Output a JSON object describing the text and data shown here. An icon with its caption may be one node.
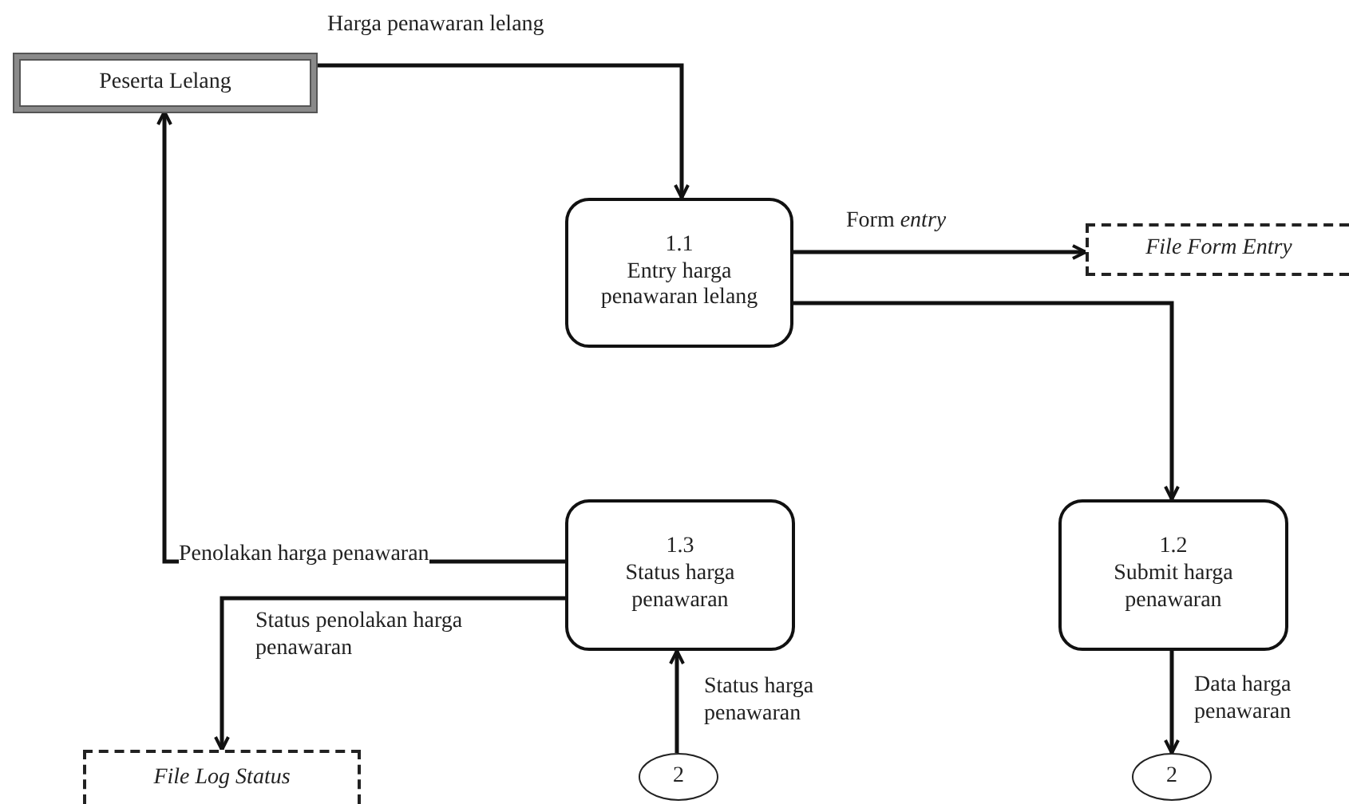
{
  "diagram": {
    "nodes": [
      {
        "text": [
          "Peserta Lelang"
        ]
      },
      {
        "text": [
          "1.1",
          "Entry harga penawaran lelang"
        ]
      },
      {
        "text": [
          "File Form Entry"
        ]
      },
      {
        "text": [
          "1.3",
          "Status harga penawaran"
        ]
      },
      {
        "text": [
          "1.2",
          "Submit harga penawaran"
        ]
      },
      {
        "text": [
          "File Log Status"
        ]
      },
      {
        "text": [
          "2"
        ]
      },
      {
        "text": [
          "2"
        ]
      }
    ],
    "edges": [
      {
        "from": 0,
        "to": 1,
        "arrow": "to",
        "label": "Harga penawaran lelang"
      },
      {
        "from": 1,
        "to": 2,
        "arrow": "to",
        "label": "Form *entry*"
      },
      {
        "from": 1,
        "to": 4,
        "arrow": "to"
      },
      {
        "from": 3,
        "to": 0,
        "arrow": "to",
        "label": "Penolakan harga penawaran"
      },
      {
        "from": 3,
        "to": 5,
        "arrow": "to",
        "label": "Status penolakan harga penawaran"
      },
      {
        "from": 6,
        "to": 3,
        "arrow": "to",
        "label": "Status harga penawaran"
      },
      {
        "from": 4,
        "to": 7,
        "arrow": "to",
        "label": "Data harga penawaran"
      }
    ]
  }
}
